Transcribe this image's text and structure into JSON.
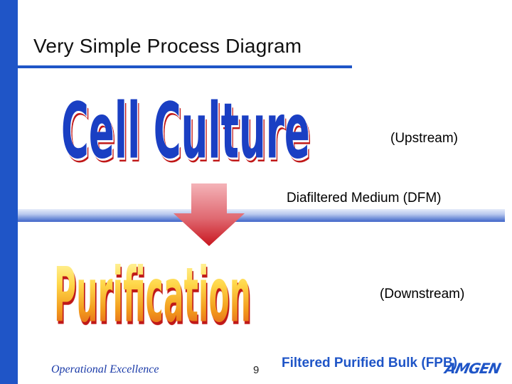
{
  "slide": {
    "title": "Very Simple Process Diagram",
    "page_number": "9",
    "footer": "Operational Excellence",
    "logo_text": "AMGEN"
  },
  "process": {
    "step1": {
      "label": "Cell Culture",
      "stage": "(Upstream)"
    },
    "intermediate": "Diafiltered Medium (DFM)",
    "step2": {
      "label": "Purification",
      "stage": "(Downstream)"
    },
    "output": "Filtered Purified Bulk (FPB)"
  },
  "colors": {
    "accent_blue": "#1f55c7",
    "shadow_red": "#c01818",
    "arrow_top": "#f4b3b8",
    "arrow_bottom": "#c8161f",
    "purification_gold": "#f3a21b"
  },
  "icons": {
    "flow_arrow": "down-arrow-icon"
  }
}
